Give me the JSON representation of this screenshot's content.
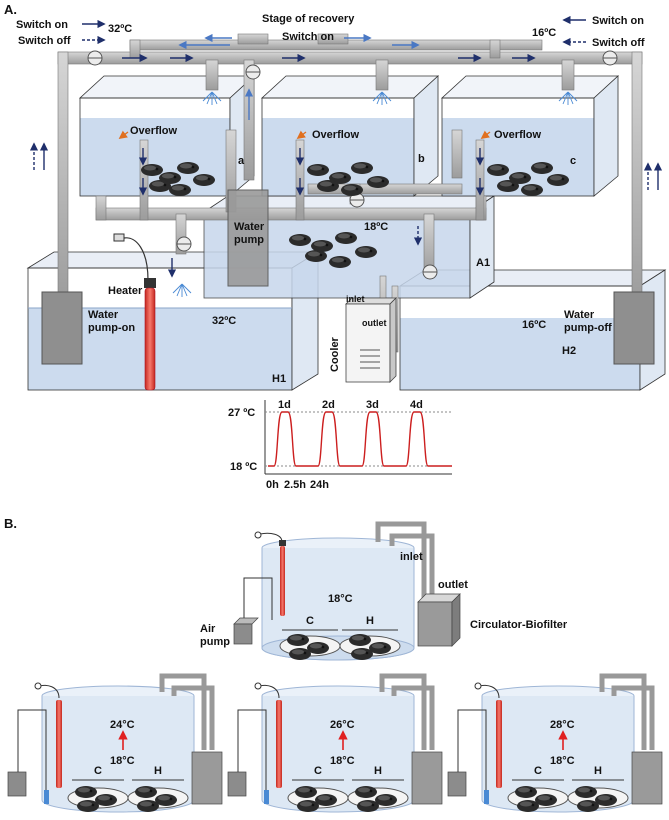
{
  "panel_a": {
    "label": "A.",
    "switch_on_left": "Switch on",
    "switch_off_left": "Switch off",
    "temp_left": "32ºC",
    "stage_title": "Stage of recovery",
    "switch_on_center": "Switch on",
    "temp_right": "16ºC",
    "switch_on_right": "Switch on",
    "switch_off_right": "Switch off",
    "overflow": "Overflow",
    "tank_a": "a",
    "tank_b": "b",
    "tank_c": "c",
    "temp_a1": "18ºC",
    "water_pump": "Water\npump",
    "tank_a1": "A1",
    "heater": "Heater",
    "water_pump_on": "Water\npump-on",
    "temp_h1": "32ºC",
    "tank_h1": "H1",
    "inlet": "inlet",
    "outlet": "outlet",
    "cooler": "Cooler",
    "temp_h2": "16ºC",
    "water_pump_off": "Water\npump-off",
    "tank_h2": "H2"
  },
  "chart_a": {
    "days": [
      "1d",
      "2d",
      "3d",
      "4d"
    ],
    "y_high": "27 ºC",
    "y_low": "18 ºC",
    "x_ticks": [
      "0h",
      "2.5h",
      "24h"
    ]
  },
  "panel_b": {
    "label": "B.",
    "inlet": "inlet",
    "outlet": "outlet",
    "temp_main": "18°C",
    "group_c": "C",
    "group_h": "H",
    "air_pump": "Air\npump",
    "circulator": "Circulator-Biofilter",
    "small_tanks": [
      {
        "target": "24°C",
        "base": "18°C"
      },
      {
        "target": "26°C",
        "base": "18°C"
      },
      {
        "target": "28°C",
        "base": "18°C"
      }
    ]
  },
  "colors": {
    "pipe": "#b8b8b8",
    "water": "#c7d7ec",
    "arrow_dark": "#1f2f6b",
    "arrow_light": "#4a78c4",
    "heater": "#e3463a",
    "curve": "#cc1f1f",
    "arrow_red": "#e02020"
  }
}
